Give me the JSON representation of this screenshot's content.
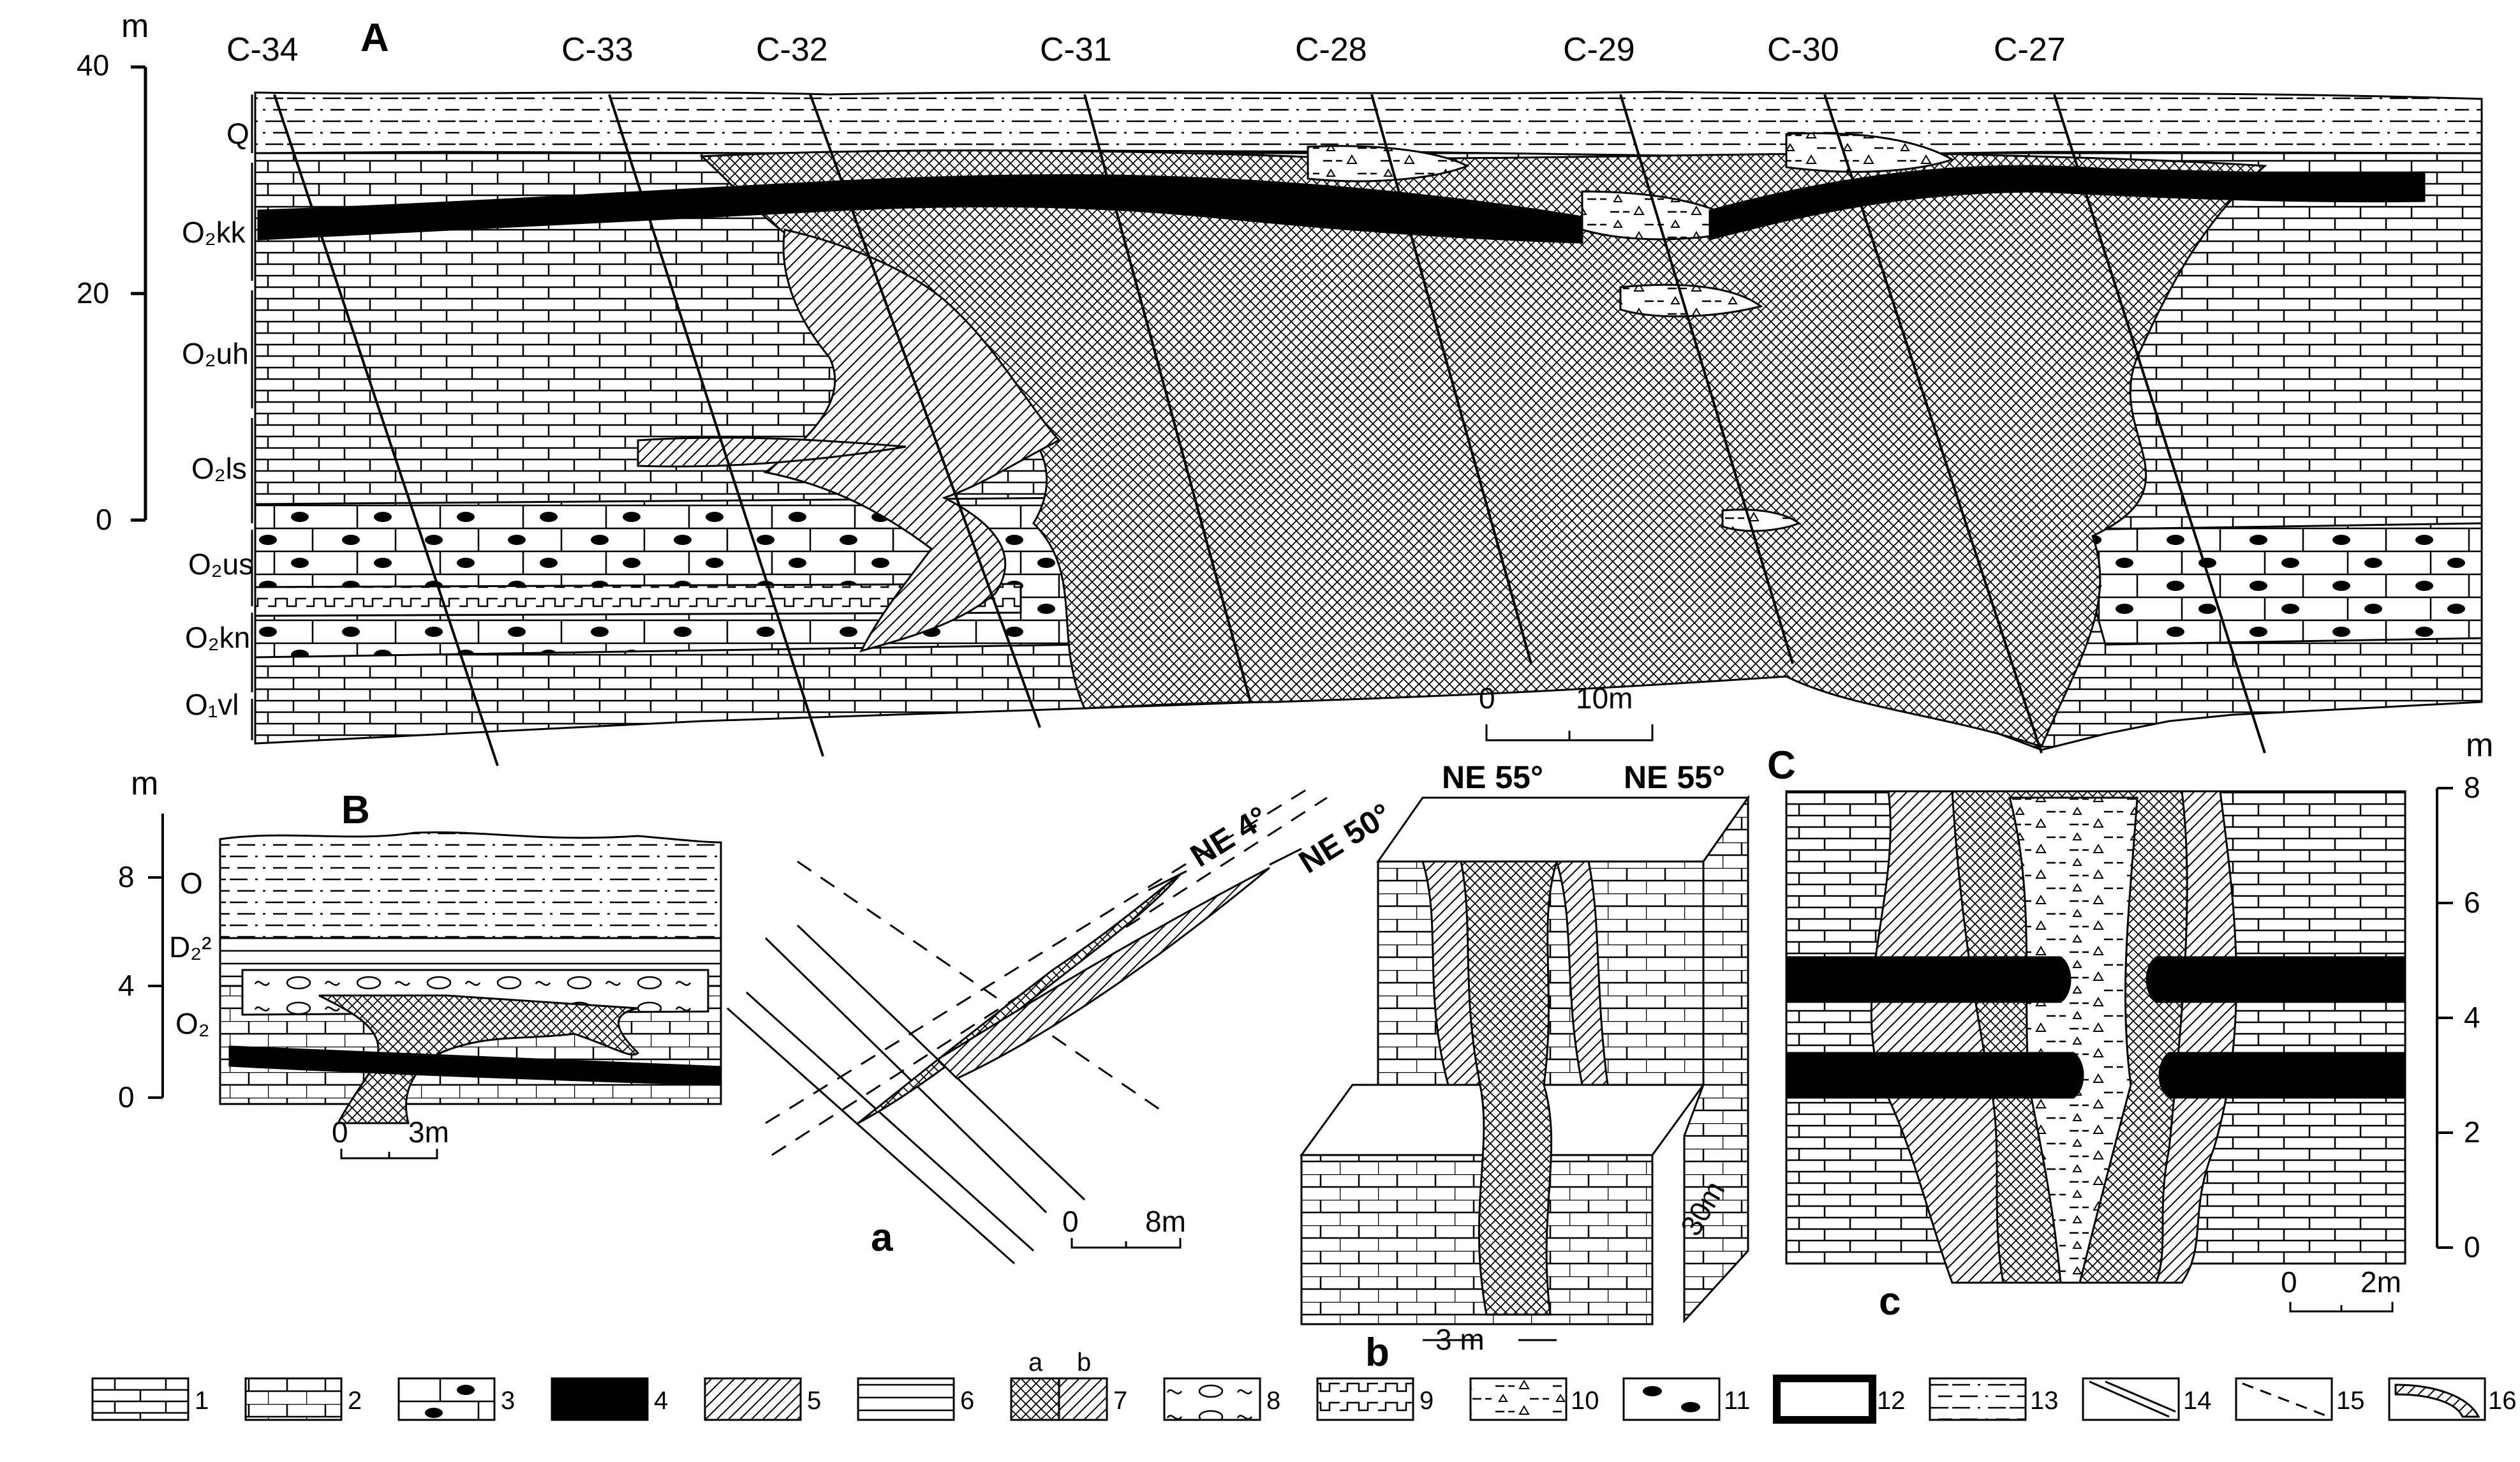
{
  "panel_A": {
    "letter": "A",
    "wells": [
      "C-34",
      "C-33",
      "C-32",
      "C-31",
      "C-28",
      "C-29",
      "C-30",
      "C-27"
    ],
    "axis": {
      "unit": "m",
      "ticks": [
        "40",
        "20",
        "0"
      ]
    },
    "formations": [
      "Q",
      "O₂kk",
      "O₂uh",
      "O₂ls",
      "O₂us",
      "O₂kn",
      "O₁vl"
    ],
    "scale": {
      "zero": "0",
      "value": "10m"
    }
  },
  "panel_B": {
    "letter": "B",
    "axis": {
      "unit": "m",
      "ticks": [
        "8",
        "4",
        "0"
      ]
    },
    "formations": [
      "O",
      "D₂²",
      "O₂"
    ],
    "scale": {
      "zero": "0",
      "value": "3m"
    }
  },
  "panel_a": {
    "letter": "a",
    "directions": [
      "NE 4°",
      "NE 50°"
    ],
    "scale": {
      "zero": "0",
      "value": "8m"
    }
  },
  "panel_b": {
    "letter": "b",
    "directions": [
      "NE 55°",
      "NE 55°"
    ],
    "dims": [
      "3 m",
      "30m"
    ]
  },
  "panel_C": {
    "letter": "C",
    "axis": {
      "unit": "m",
      "ticks": [
        "8",
        "6",
        "4",
        "2",
        "0"
      ]
    },
    "sub_letter": "c",
    "scale": {
      "zero": "0",
      "value": "2m"
    }
  },
  "legend": {
    "numbers": [
      "1",
      "2",
      "3",
      "4",
      "5",
      "6",
      "7",
      "8",
      "9",
      "10",
      "11",
      "12",
      "13",
      "14",
      "15",
      "16"
    ],
    "sub_a": "a",
    "sub_b": "b"
  }
}
